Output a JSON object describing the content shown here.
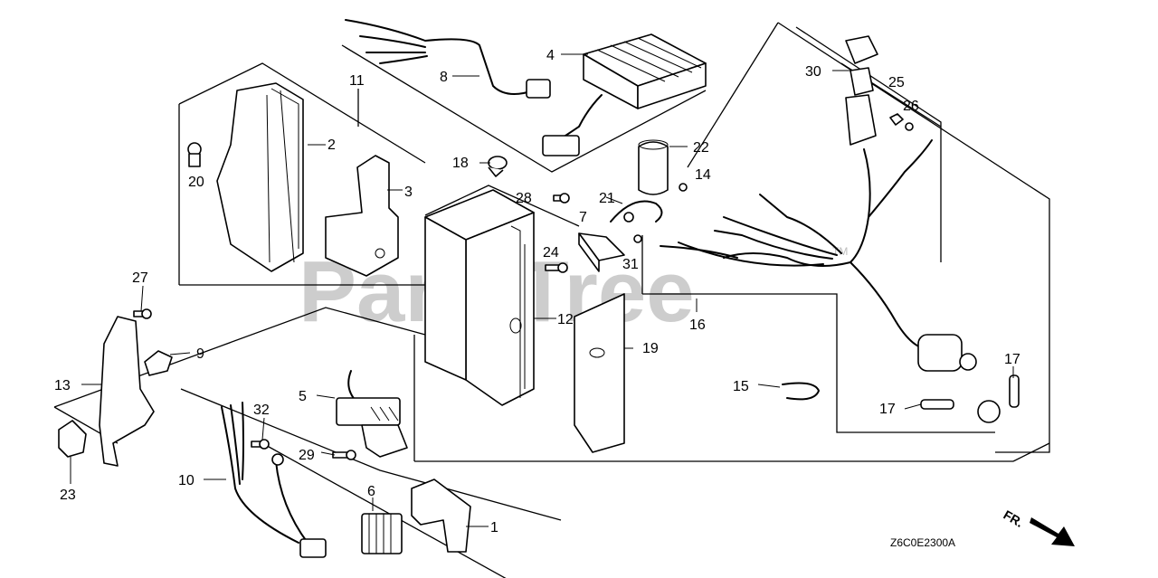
{
  "diagram": {
    "watermark": "PartsTree",
    "trademark": "TM",
    "drawing_code": "Z6C0E2300A",
    "front_arrow_label": "FR.",
    "callouts": {
      "c1": "1",
      "c2": "2",
      "c3": "3",
      "c4": "4",
      "c5": "5",
      "c6": "6",
      "c7": "7",
      "c8": "8",
      "c9": "9",
      "c10": "10",
      "c11": "11",
      "c12": "12",
      "c13": "13",
      "c14": "14",
      "c15": "15",
      "c16": "16",
      "c17a": "17",
      "c17b": "17",
      "c18": "18",
      "c19": "19",
      "c20": "20",
      "c21": "21",
      "c22": "22",
      "c23": "23",
      "c24": "24",
      "c25": "25",
      "c26": "26",
      "c27": "27",
      "c28": "28",
      "c29": "29",
      "c30": "30",
      "c31": "31",
      "c32": "32"
    }
  }
}
